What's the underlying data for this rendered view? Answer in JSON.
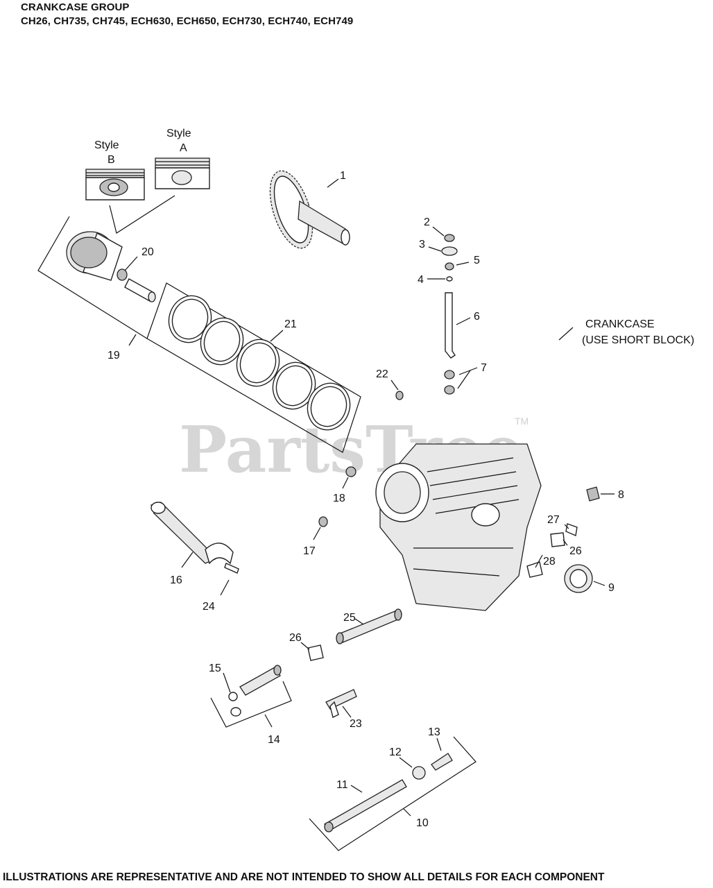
{
  "header": {
    "title": "CRANKCASE GROUP",
    "models": "CH26, CH735, CH745, ECH630,  ECH650,  ECH730, ECH740, ECH749"
  },
  "styles": {
    "style_b_top": "Style",
    "style_b_bottom": "B",
    "style_a_top": "Style",
    "style_a_bottom": "A"
  },
  "note": {
    "line1": "CRANKCASE",
    "line2": "(USE SHORT BLOCK)"
  },
  "watermark": {
    "text": "PartsTree",
    "tm": "TM"
  },
  "callouts": [
    "1",
    "2",
    "3",
    "4",
    "5",
    "6",
    "7",
    "8",
    "9",
    "10",
    "11",
    "12",
    "13",
    "14",
    "15",
    "16",
    "17",
    "18",
    "19",
    "20",
    "21",
    "22",
    "23",
    "24",
    "25",
    "26",
    "26",
    "27",
    "28"
  ],
  "footer": "ILLUSTRATIONS ARE REPRESENTATIVE AND ARE NOT INTENDED TO SHOW ALL DETAILS FOR EACH COMPONENT"
}
